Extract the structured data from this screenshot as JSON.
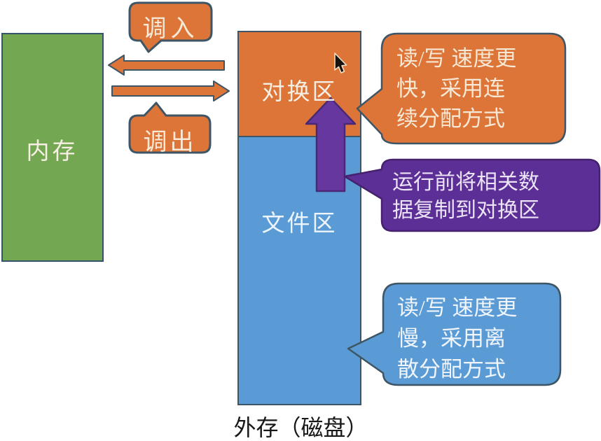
{
  "diagram": {
    "memory": {
      "label": "内存"
    },
    "disk": {
      "label": "外存（磁盘）",
      "swap_area_label": "对换区",
      "file_area_label": "文件区"
    },
    "flows": {
      "swap_in_label": "调入",
      "swap_out_label": "调出"
    },
    "notes": {
      "swap_area_note": "读/写 速度更\n快，采用连\n续分配方式",
      "copy_note": "运行前将相关数\n据复制到对换区",
      "file_area_note": "读/写 速度更\n慢，采用离\n散分配方式"
    },
    "colors": {
      "orange": "#DD7539",
      "blue": "#5B9BD5",
      "green": "#74A751",
      "purple_callout": "#5C2F96",
      "purple_arrow": "#66379E",
      "outline": "#3E5566",
      "purple_outline": "#45216E"
    }
  }
}
